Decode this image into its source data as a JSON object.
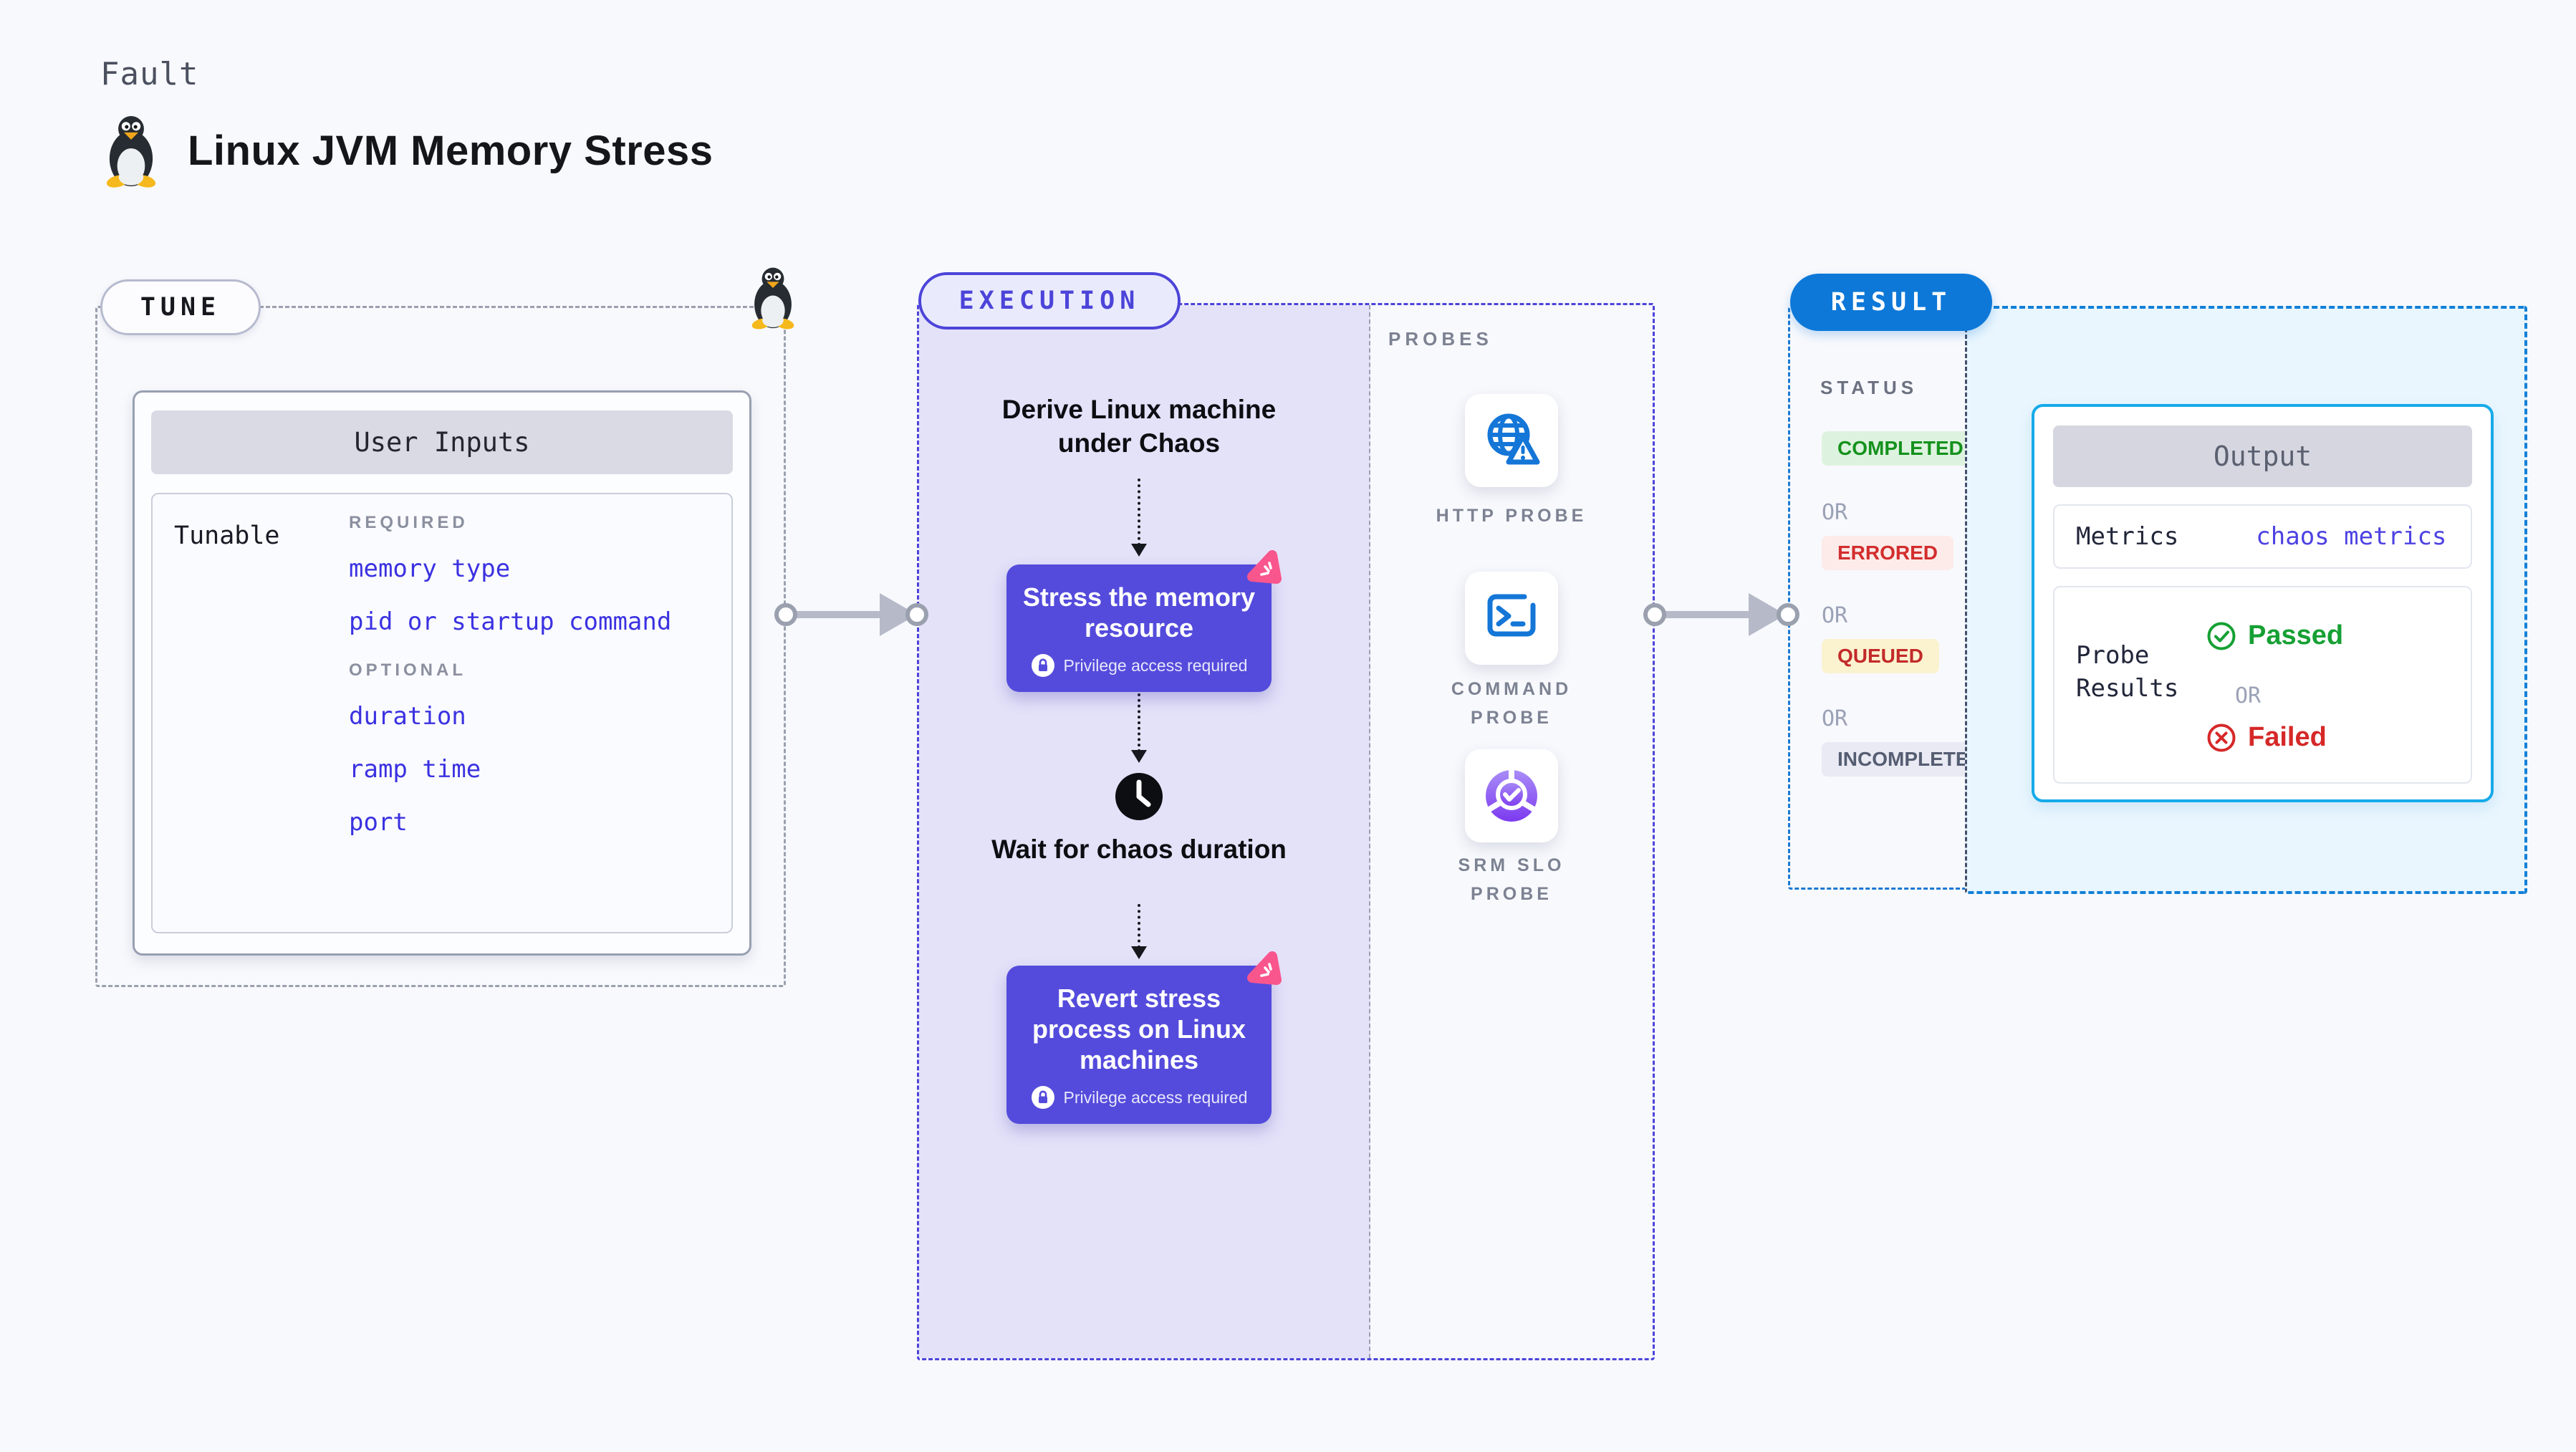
{
  "page": {
    "fault_label": "Fault",
    "title": "Linux JVM Memory Stress"
  },
  "tune": {
    "badge": "TUNE",
    "card_title": "User Inputs",
    "row_label": "Tunable",
    "required_label": "REQUIRED",
    "required_items": [
      "memory type",
      "pid or startup command"
    ],
    "optional_label": "OPTIONAL",
    "optional_items": [
      "duration",
      "ramp time",
      "port"
    ]
  },
  "execution": {
    "badge": "EXECUTION",
    "derive_label": "Derive Linux machine under Chaos",
    "stress_label": "Stress the memory resource",
    "wait_label": "Wait for chaos duration",
    "revert_label": "Revert stress process on Linux machines",
    "privilege_label": "Privilege access required"
  },
  "probes": {
    "heading": "PROBES",
    "items": [
      {
        "label": "HTTP PROBE",
        "icon": "globe-warning-icon"
      },
      {
        "label": "COMMAND PROBE",
        "icon": "terminal-icon"
      },
      {
        "label": "SRM SLO PROBE",
        "icon": "slo-donut-icon"
      }
    ]
  },
  "result": {
    "badge": "RESULT",
    "status_label": "STATUS",
    "or_label": "OR",
    "statuses": [
      {
        "label": "COMPLETED",
        "style": "color:#15921d;background:#def3df"
      },
      {
        "label": "ERRORED",
        "style": "color:#d22d2d;background:#fcebe9"
      },
      {
        "label": "QUEUED",
        "style": "color:#c32a2a;background:#fbf3cf"
      },
      {
        "label": "INCOMPLETED",
        "style": "color:#555d72;background:#e9eaf3"
      }
    ],
    "output": {
      "title": "Output",
      "metrics_label": "Metrics",
      "metrics_value": "chaos metrics",
      "probe_label": "Probe Results",
      "passed_label": "Passed",
      "failed_label": "Failed"
    }
  },
  "colors": {
    "page_bg": "#f8f9fd",
    "accent_indigo": "#4c44d9",
    "node_indigo": "#544bdc",
    "lavender_panel": "#e4e2f9",
    "chaos_pink": "#f9568d",
    "result_blue": "#0d78d8",
    "result_panel_bg": "#e9f6fe",
    "output_border": "#16aae9",
    "tune_item_blue": "#3b32e1",
    "probe_icon_blue": "#1476d7",
    "passed_green": "#16a034",
    "failed_red": "#d62828",
    "dash_gray": "#9aa0ae"
  }
}
